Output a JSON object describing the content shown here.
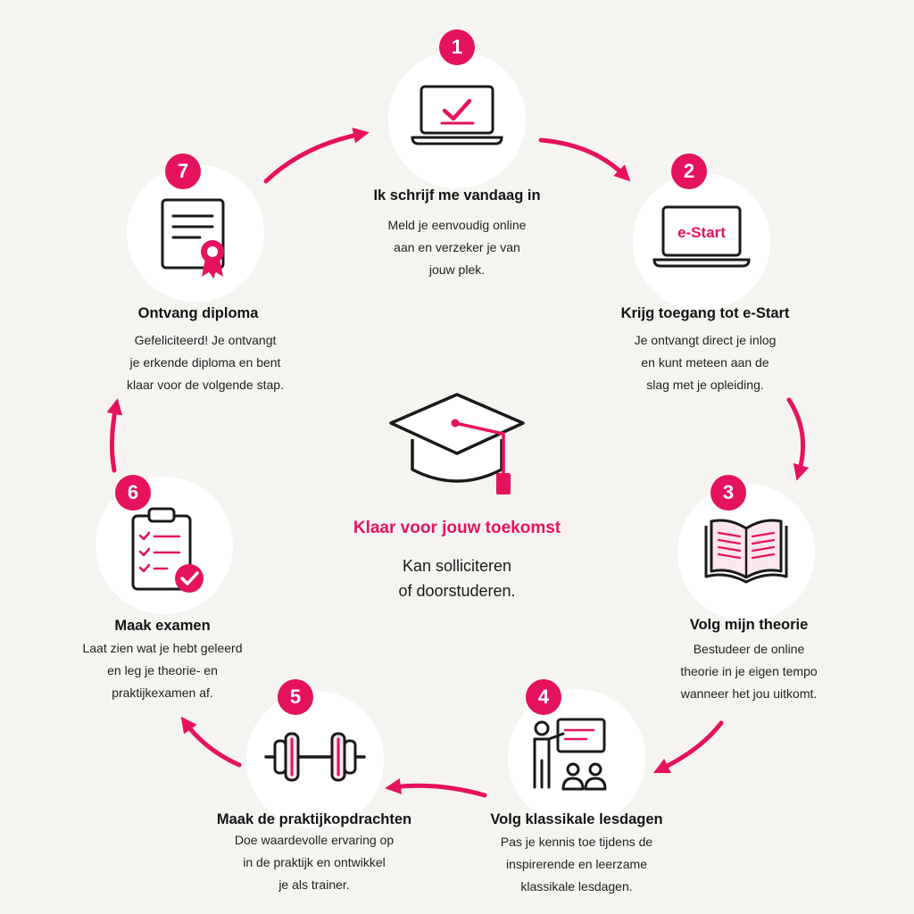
{
  "colors": {
    "accent": "#e5135d",
    "ink": "#1a1a1a",
    "background": "#f6f4f1"
  },
  "center": {
    "icon": "graduation-cap-icon",
    "title": "Klaar voor jouw toekomst",
    "subtitle_line1": "Kan solliciteren",
    "subtitle_line2": "of doorstuderen."
  },
  "steps": [
    {
      "number": "1",
      "icon": "laptop-checkmark-icon",
      "title": "Ik schrijf me vandaag in",
      "lines": [
        "Meld je eenvoudig online",
        "aan en verzeker je van",
        "jouw plek."
      ]
    },
    {
      "number": "2",
      "icon": "laptop-estart-icon",
      "screen_text": "e-Start",
      "title": "Krijg toegang tot e-Start",
      "lines": [
        "Je ontvangt direct je inlog",
        "en kunt meteen aan de",
        "slag met je opleiding."
      ]
    },
    {
      "number": "3",
      "icon": "open-book-icon",
      "title": "Volg mijn theorie",
      "lines": [
        "Bestudeer de online",
        "theorie in je eigen tempo",
        "wanneer het jou uitkomt."
      ]
    },
    {
      "number": "4",
      "icon": "classroom-presentation-icon",
      "title": "Volg klassikale lesdagen",
      "lines": [
        "Pas je kennis toe tijdens de",
        "inspirerende en leerzame",
        "klassikale lesdagen."
      ]
    },
    {
      "number": "5",
      "icon": "dumbbell-icon",
      "title": "Maak de praktijkopdrachten",
      "lines": [
        "Doe waardevolle ervaring op",
        "in de praktijk en ontwikkel",
        "je als trainer."
      ]
    },
    {
      "number": "6",
      "icon": "clipboard-checklist-icon",
      "title": "Maak examen",
      "lines": [
        "Laat zien wat je hebt geleerd",
        "en leg je theorie- en",
        "praktijkexamen af."
      ]
    },
    {
      "number": "7",
      "icon": "diploma-certificate-icon",
      "title": "Ontvang diploma",
      "lines": [
        "Gefeliciteerd! Je ontvangt",
        "je erkende diploma en bent",
        "klaar voor de volgende stap."
      ]
    }
  ]
}
